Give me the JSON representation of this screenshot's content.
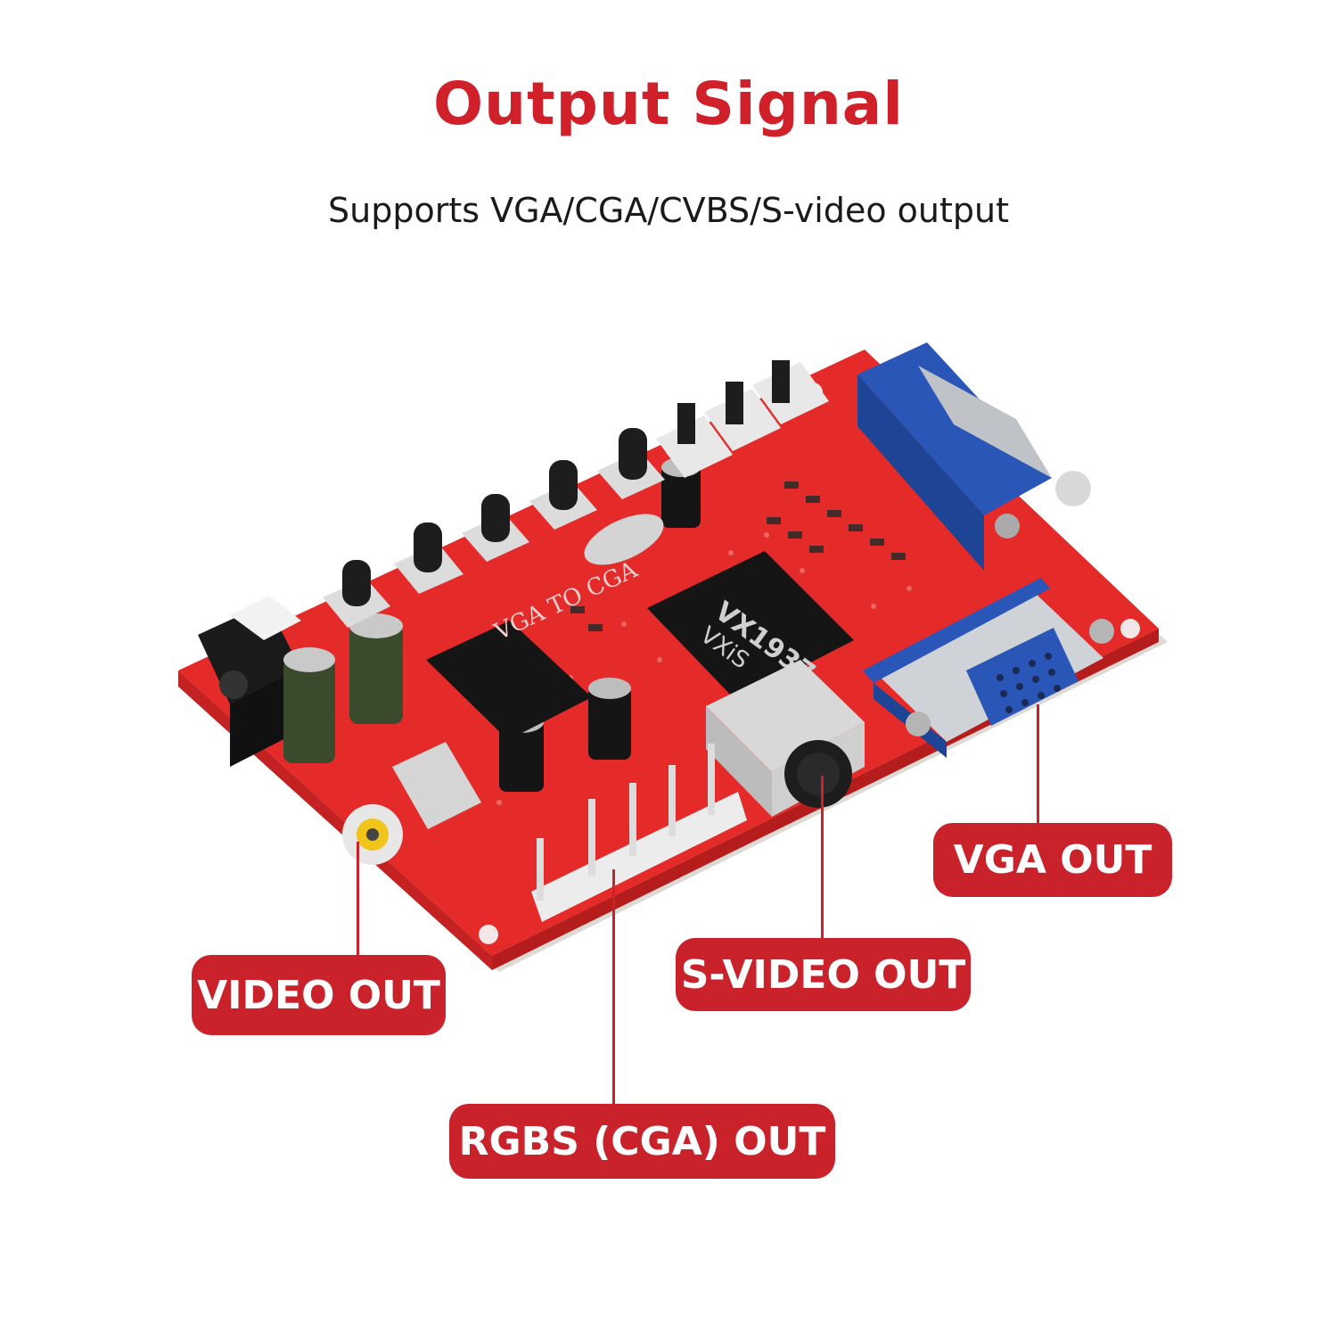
{
  "header": {
    "title": "Output Signal",
    "subtitle": "Supports VGA/CGA/CVBS/S-video output"
  },
  "callouts": {
    "vga_out": "VGA OUT",
    "s_video_out": "S-VIDEO OUT",
    "video_out": "VIDEO OUT",
    "rgbs_out": "RGBS (CGA) OUT"
  },
  "board": {
    "main_chip_text": "VX1937",
    "chip_logo": "VXiS",
    "silkscreen": "VGA TO CGA"
  },
  "colors": {
    "accent": "#c9222b",
    "pcb": "#e52a2a",
    "vga_connector": "#2a56b8"
  }
}
